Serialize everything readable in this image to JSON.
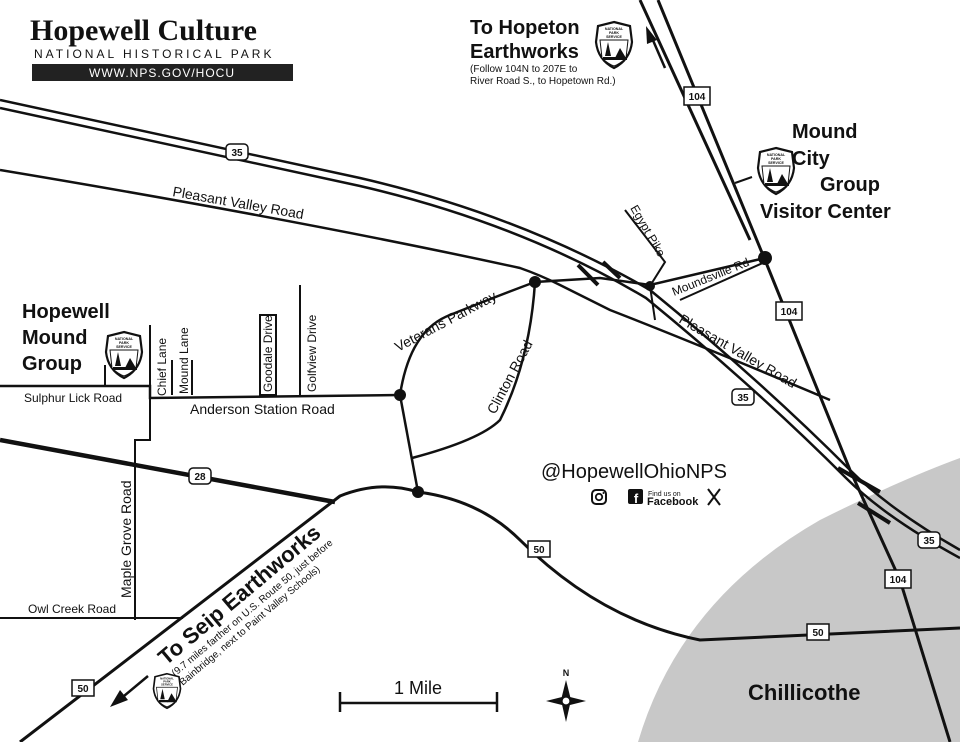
{
  "header": {
    "title": "Hopewell Culture",
    "subtitle": "NATIONAL HISTORICAL PARK",
    "url": "WWW.NPS.GOV/HOCU"
  },
  "destinations": {
    "hopeton_title_line1": "To Hopeton",
    "hopeton_title_line2": "Earthworks",
    "hopeton_note_line1": "(Follow 104N to 207E to",
    "hopeton_note_line2": "River Road S., to Hopetown Rd.)",
    "seip_title": "To Seip Earthworks",
    "seip_note_line1": "(9.7 miles farther on U.S. Route 50, just before",
    "seip_note_line2": "Bainbridge, next to Paint Valley Schools)"
  },
  "sites": {
    "mound_city_line1": "Mound",
    "mound_city_line2": "City",
    "mound_city_line3": "Group",
    "mound_city_line4": "Visitor Center",
    "hopewell_mound_line1": "Hopewell",
    "hopewell_mound_line2": "Mound",
    "hopewell_mound_line3": "Group",
    "chillicothe": "Chillicothe"
  },
  "roads": {
    "pleasant_valley_west": "Pleasant Valley Road",
    "pleasant_valley_east": "Pleasant Valley Road",
    "veterans_parkway": "Veterans Parkway",
    "clinton_road": "Clinton Road",
    "egypt_pike": "Egypt Pike",
    "moundsville_rd": "Moundsville Rd",
    "sulphur_lick": "Sulphur Lick Road",
    "anderson_station": "Anderson Station Road",
    "chief_lane": "Chief Lane",
    "mound_lane": "Mound Lane",
    "goodale_drive": "Goodale Drive",
    "golfview_drive": "Golfview Drive",
    "maple_grove": "Maple Grove Road",
    "owl_creek": "Owl Creek Road"
  },
  "shields": {
    "r35_a": "35",
    "r35_b": "35",
    "r35_c": "35",
    "r104_a": "104",
    "r104_b": "104",
    "r104_c": "104",
    "r28": "28",
    "r50_a": "50",
    "r50_b": "50",
    "r50_c": "50"
  },
  "nps_badge_text": [
    "NATIONAL",
    "PARK",
    "SERVICE"
  ],
  "social": {
    "handle": "@HopewellOhioNPS",
    "facebook_small": "Find us on",
    "facebook_big": "Facebook",
    "icons": [
      "instagram-icon",
      "facebook-icon",
      "x-icon"
    ]
  },
  "scale": {
    "label": "1 Mile"
  },
  "compass": {
    "north": "N"
  },
  "colors": {
    "urban_area": "#c8c8c8",
    "road": "#111111",
    "header_bar": "#222222"
  }
}
